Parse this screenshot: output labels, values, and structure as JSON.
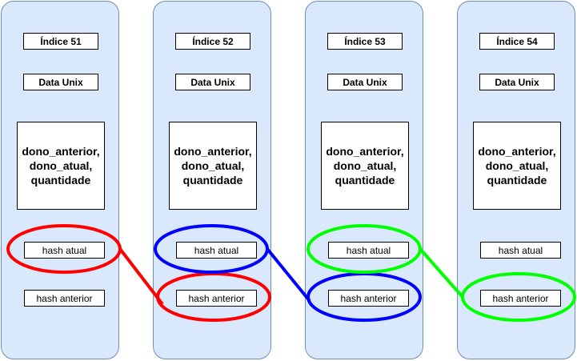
{
  "blocks": [
    {
      "index_label": "Índice 51",
      "time_label": "Data Unix",
      "data_label": "dono_anterior, dono_atual, quantidade",
      "hash_label": "hash atual",
      "prev_hash_label": "hash anterior"
    },
    {
      "index_label": "Índice 52",
      "time_label": "Data Unix",
      "data_label": "dono_anterior, dono_atual, quantidade",
      "hash_label": "hash atual",
      "prev_hash_label": "hash anterior"
    },
    {
      "index_label": "Índice 53",
      "time_label": "Data Unix",
      "data_label": "dono_anterior, dono_atual, quantidade",
      "hash_label": "hash atual",
      "prev_hash_label": "hash anterior"
    },
    {
      "index_label": "Índice 54",
      "time_label": "Data Unix",
      "data_label": "dono_anterior, dono_atual, quantidade",
      "hash_label": "hash atual",
      "prev_hash_label": "hash anterior"
    }
  ],
  "links": [
    {
      "from_block": 0,
      "to_block": 1,
      "color": "#ff0000"
    },
    {
      "from_block": 1,
      "to_block": 2,
      "color": "#0000ff"
    },
    {
      "from_block": 2,
      "to_block": 3,
      "color": "#00ff00"
    }
  ],
  "colors": {
    "block_fill": "#dae8fc",
    "block_border": "#6c8ebf"
  }
}
